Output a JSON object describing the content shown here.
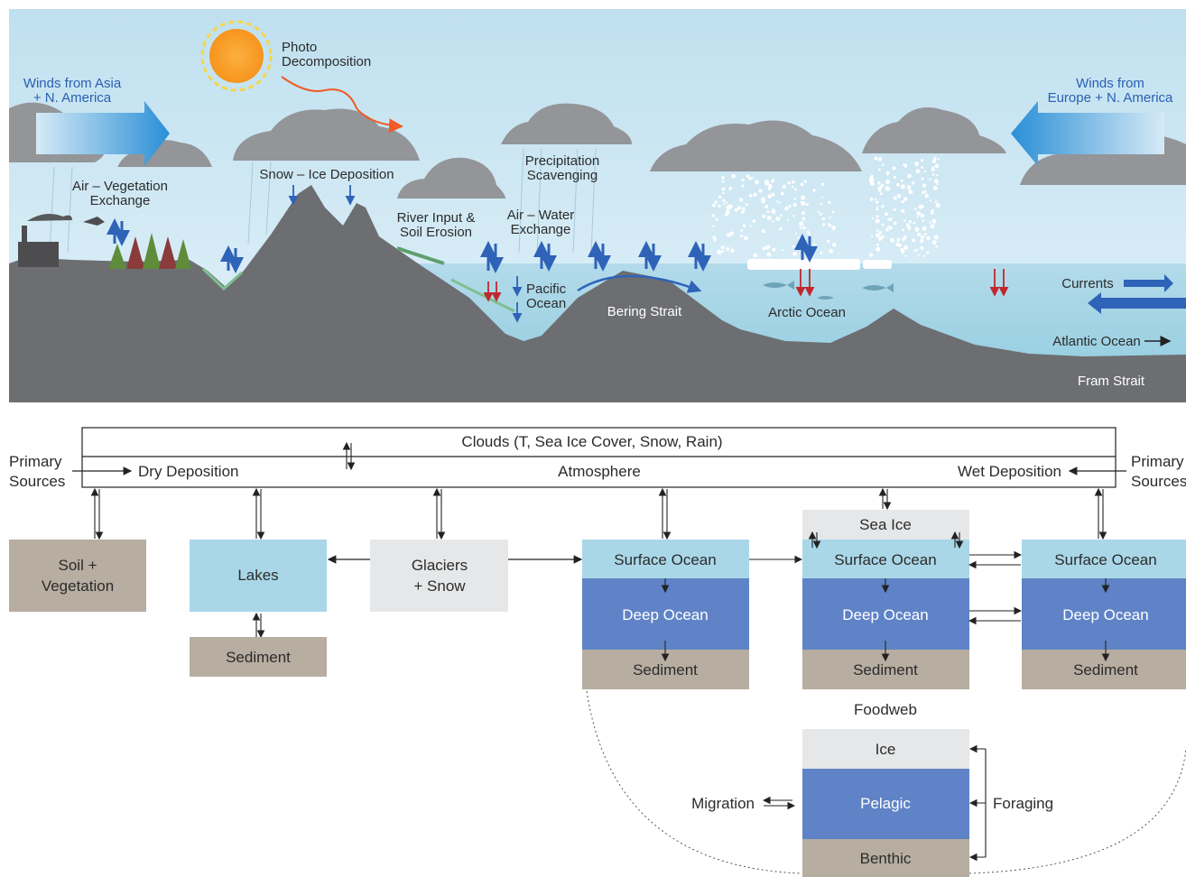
{
  "scene": {
    "winds_left": [
      "Winds from Asia",
      "+ N. America"
    ],
    "winds_right": [
      "Winds from",
      "Europe + N. America"
    ],
    "photo": [
      "Photo",
      "Decomposition"
    ],
    "air_veg": [
      "Air – Vegetation",
      "Exchange"
    ],
    "snow_ice": "Snow – Ice Deposition",
    "precip": [
      "Precipitation",
      "Scavenging"
    ],
    "river": [
      "River Input &",
      "Soil Erosion"
    ],
    "air_water": [
      "Air – Water",
      "Exchange"
    ],
    "pacific": [
      "Pacific",
      "Ocean"
    ],
    "bering": "Bering Strait",
    "arctic": "Arctic Ocean",
    "currents": "Currents",
    "atlantic": "Atlantic Ocean",
    "fram": "Fram Strait"
  },
  "flow": {
    "clouds": "Clouds (T, Sea Ice Cover, Snow, Rain)",
    "atmosphere": "Atmosphere",
    "dry": "Dry Deposition",
    "wet": "Wet Deposition",
    "primary_left": [
      "Primary",
      "Sources"
    ],
    "primary_right": [
      "Primary",
      "Sources"
    ],
    "soil": [
      "Soil +",
      "Vegetation"
    ],
    "lakes": "Lakes",
    "lake_sediment": "Sediment",
    "glaciers": [
      "Glaciers",
      "+ Snow"
    ],
    "col1": {
      "surface": "Surface Ocean",
      "deep": "Deep Ocean",
      "sediment": "Sediment"
    },
    "col2": {
      "seaice": "Sea Ice",
      "surface": "Surface Ocean",
      "deep": "Deep Ocean",
      "sediment": "Sediment"
    },
    "col3": {
      "surface": "Surface Ocean",
      "deep": "Deep Ocean",
      "sediment": "Sediment"
    },
    "foodweb": "Foodweb",
    "ice": "Ice",
    "pelagic": "Pelagic",
    "benthic": "Benthic",
    "migration": "Migration",
    "foraging": "Foraging"
  },
  "colors": {
    "sky": "#c9e4f1",
    "ocean": "#a8d6e8",
    "land": "#6d6e71",
    "cloud": "#939598",
    "arrow_blue": "#2e63b8",
    "arrow_red": "#c1272d",
    "soil_box": "#b7ada0",
    "lake_box": "#a9d7e8",
    "glacier_box": "#e6e7e8",
    "deep_box": "#5f83c6"
  }
}
